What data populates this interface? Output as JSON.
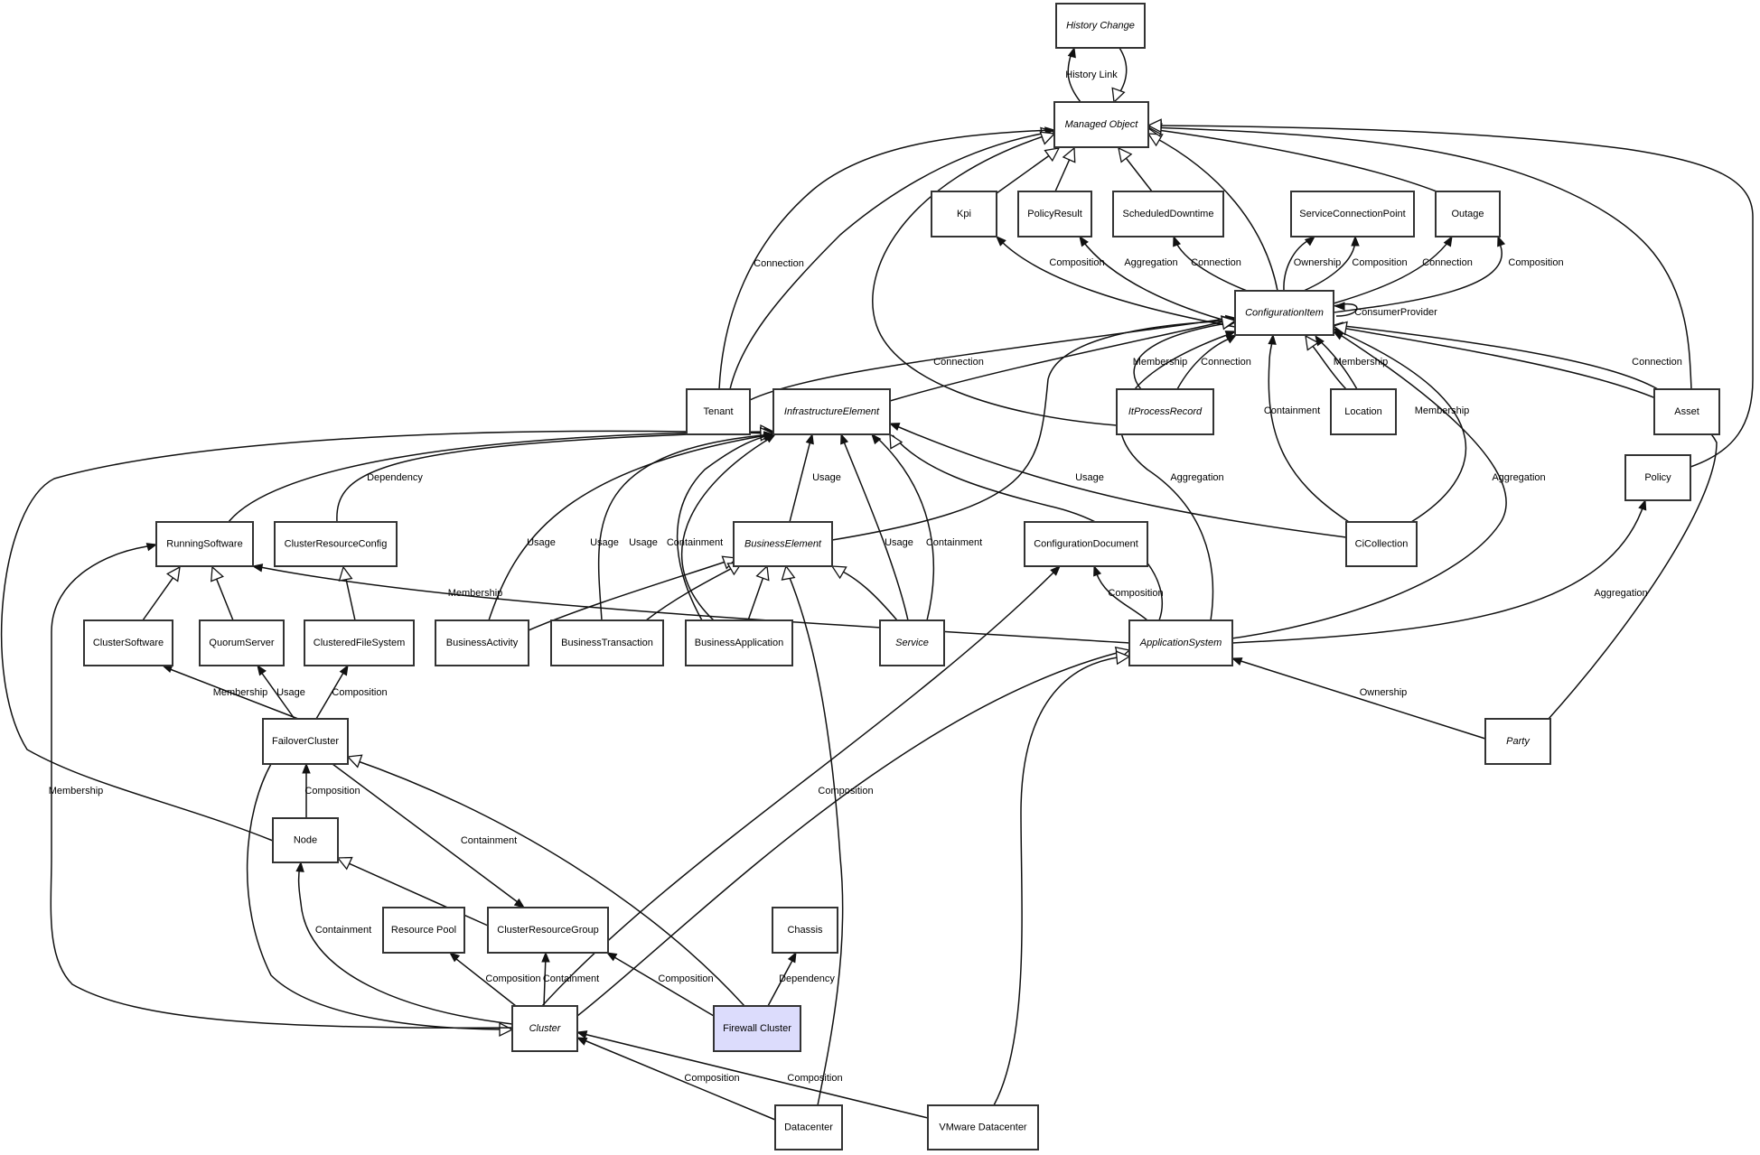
{
  "title": "CMDB Class Model",
  "colors": {
    "highlight_fill": "#dcdcfc",
    "node_border": "#333333",
    "edge": "#111111"
  },
  "nodes": [
    {
      "id": "history_change",
      "label": "History Change",
      "abstract": true
    },
    {
      "id": "managed_object",
      "label": "Managed Object",
      "abstract": true
    },
    {
      "id": "kpi",
      "label": "Kpi",
      "abstract": false
    },
    {
      "id": "policy_result",
      "label": "PolicyResult",
      "abstract": false
    },
    {
      "id": "scheduled_downtime",
      "label": "ScheduledDowntime",
      "abstract": false
    },
    {
      "id": "service_connection_point",
      "label": "ServiceConnectionPoint",
      "abstract": false
    },
    {
      "id": "outage",
      "label": "Outage",
      "abstract": false
    },
    {
      "id": "configuration_item",
      "label": "ConfigurationItem",
      "abstract": true
    },
    {
      "id": "tenant",
      "label": "Tenant",
      "abstract": false
    },
    {
      "id": "infrastructure_element",
      "label": "InfrastructureElement",
      "abstract": true
    },
    {
      "id": "it_process_record",
      "label": "ItProcessRecord",
      "abstract": true
    },
    {
      "id": "location",
      "label": "Location",
      "abstract": false
    },
    {
      "id": "asset",
      "label": "Asset",
      "abstract": false
    },
    {
      "id": "policy",
      "label": "Policy",
      "abstract": false
    },
    {
      "id": "running_software",
      "label": "RunningSoftware",
      "abstract": false
    },
    {
      "id": "cluster_resource_config",
      "label": "ClusterResourceConfig",
      "abstract": false
    },
    {
      "id": "business_element",
      "label": "BusinessElement",
      "abstract": true
    },
    {
      "id": "configuration_document",
      "label": "ConfigurationDocument",
      "abstract": false
    },
    {
      "id": "ci_collection",
      "label": "CiCollection",
      "abstract": false
    },
    {
      "id": "cluster_software",
      "label": "ClusterSoftware",
      "abstract": false
    },
    {
      "id": "quorum_server",
      "label": "QuorumServer",
      "abstract": false
    },
    {
      "id": "clustered_file_system",
      "label": "ClusteredFileSystem",
      "abstract": false
    },
    {
      "id": "business_activity",
      "label": "BusinessActivity",
      "abstract": false
    },
    {
      "id": "business_transaction",
      "label": "BusinessTransaction",
      "abstract": false
    },
    {
      "id": "business_application",
      "label": "BusinessApplication",
      "abstract": false
    },
    {
      "id": "service",
      "label": "Service",
      "abstract": true
    },
    {
      "id": "application_system",
      "label": "ApplicationSystem",
      "abstract": true
    },
    {
      "id": "failover_cluster",
      "label": "FailoverCluster",
      "abstract": false
    },
    {
      "id": "party",
      "label": "Party",
      "abstract": true
    },
    {
      "id": "node",
      "label": "Node",
      "abstract": false
    },
    {
      "id": "resource_pool",
      "label": "Resource Pool",
      "abstract": false
    },
    {
      "id": "cluster_resource_group",
      "label": "ClusterResourceGroup",
      "abstract": false
    },
    {
      "id": "chassis",
      "label": "Chassis",
      "abstract": false
    },
    {
      "id": "cluster",
      "label": "Cluster",
      "abstract": true
    },
    {
      "id": "firewall_cluster",
      "label": "Firewall Cluster",
      "abstract": false,
      "highlighted": true
    },
    {
      "id": "datacenter",
      "label": "Datacenter",
      "abstract": false
    },
    {
      "id": "vmware_datacenter",
      "label": "VMware Datacenter",
      "abstract": false
    }
  ],
  "edges": [
    {
      "from": "managed_object",
      "to": "history_change",
      "type": "association",
      "label": "History Link"
    },
    {
      "from": "history_change",
      "to": "managed_object",
      "type": "inheritance",
      "label": ""
    },
    {
      "from": "kpi",
      "to": "managed_object",
      "type": "inheritance",
      "label": ""
    },
    {
      "from": "policy_result",
      "to": "managed_object",
      "type": "inheritance",
      "label": ""
    },
    {
      "from": "scheduled_downtime",
      "to": "managed_object",
      "type": "inheritance",
      "label": ""
    },
    {
      "from": "configuration_item",
      "to": "managed_object",
      "type": "inheritance",
      "label": ""
    },
    {
      "from": "outage",
      "to": "managed_object",
      "type": "inheritance",
      "label": ""
    },
    {
      "from": "asset",
      "to": "managed_object",
      "type": "inheritance",
      "label": ""
    },
    {
      "from": "policy",
      "to": "managed_object",
      "type": "inheritance",
      "label": ""
    },
    {
      "from": "tenant",
      "to": "managed_object",
      "type": "inheritance",
      "label": ""
    },
    {
      "from": "tenant",
      "to": "managed_object",
      "type": "association",
      "label": "Connection"
    },
    {
      "from": "it_process_record",
      "to": "managed_object",
      "type": "inheritance",
      "label": ""
    },
    {
      "from": "configuration_item",
      "to": "kpi",
      "type": "association",
      "label": "Composition"
    },
    {
      "from": "configuration_item",
      "to": "policy_result",
      "type": "association",
      "label": "Aggregation"
    },
    {
      "from": "configuration_item",
      "to": "scheduled_downtime",
      "type": "association",
      "label": "Connection"
    },
    {
      "from": "configuration_item",
      "to": "service_connection_point",
      "type": "association",
      "label": "Ownership"
    },
    {
      "from": "configuration_item",
      "to": "service_connection_point",
      "type": "association",
      "label": "Composition"
    },
    {
      "from": "configuration_item",
      "to": "outage",
      "type": "association",
      "label": "Connection"
    },
    {
      "from": "configuration_item",
      "to": "outage",
      "type": "association",
      "label": "Composition"
    },
    {
      "from": "configuration_item",
      "to": "configuration_item",
      "type": "association",
      "label": "ConsumerProvider"
    },
    {
      "from": "tenant",
      "to": "configuration_item",
      "type": "association",
      "label": "Connection"
    },
    {
      "from": "infrastructure_element",
      "to": "configuration_item",
      "type": "inheritance",
      "label": ""
    },
    {
      "from": "it_process_record",
      "to": "configuration_item",
      "type": "association",
      "label": "Membership"
    },
    {
      "from": "it_process_record",
      "to": "configuration_item",
      "type": "association",
      "label": "Connection"
    },
    {
      "from": "location",
      "to": "configuration_item",
      "type": "inheritance",
      "label": ""
    },
    {
      "from": "location",
      "to": "configuration_item",
      "type": "association",
      "label": "Membership"
    },
    {
      "from": "ci_collection",
      "to": "configuration_item",
      "type": "association",
      "label": "Containment"
    },
    {
      "from": "ci_collection",
      "to": "configuration_item",
      "type": "association",
      "label": "Membership"
    },
    {
      "from": "asset",
      "to": "configuration_item",
      "type": "association",
      "label": "Connection"
    },
    {
      "from": "application_system",
      "to": "configuration_item",
      "type": "association",
      "label": "Aggregation"
    },
    {
      "from": "application_system",
      "to": "configuration_item",
      "type": "association",
      "label": "Aggregation"
    },
    {
      "from": "business_element",
      "to": "configuration_item",
      "type": "inheritance",
      "label": ""
    },
    {
      "from": "party",
      "to": "configuration_item",
      "type": "inheritance",
      "label": ""
    },
    {
      "from": "running_software",
      "to": "infrastructure_element",
      "type": "inheritance",
      "label": ""
    },
    {
      "from": "cluster_resource_config",
      "to": "infrastructure_element",
      "type": "association",
      "label": "Dependency"
    },
    {
      "from": "node",
      "to": "infrastructure_element",
      "type": "inheritance",
      "label": ""
    },
    {
      "from": "business_activity",
      "to": "infrastructure_element",
      "type": "association",
      "label": "Usage"
    },
    {
      "from": "business_transaction",
      "to": "infrastructure_element",
      "type": "association",
      "label": "Usage"
    },
    {
      "from": "business_application",
      "to": "infrastructure_element",
      "type": "association",
      "label": "Usage"
    },
    {
      "from": "business_application",
      "to": "infrastructure_element",
      "type": "association",
      "label": "Containment"
    },
    {
      "from": "business_element",
      "to": "infrastructure_element",
      "type": "association",
      "label": "Usage"
    },
    {
      "from": "service",
      "to": "infrastructure_element",
      "type": "association",
      "label": "Usage"
    },
    {
      "from": "service",
      "to": "infrastructure_element",
      "type": "association",
      "label": "Containment"
    },
    {
      "from": "ci_collection",
      "to": "infrastructure_element",
      "type": "association",
      "label": "Usage"
    },
    {
      "from": "application_system",
      "to": "infrastructure_element",
      "type": "inheritance",
      "label": ""
    },
    {
      "from": "application_system",
      "to": "running_software",
      "type": "association",
      "label": "Membership"
    },
    {
      "from": "cluster_software",
      "to": "running_software",
      "type": "inheritance",
      "label": ""
    },
    {
      "from": "quorum_server",
      "to": "running_software",
      "type": "inheritance",
      "label": ""
    },
    {
      "from": "clustered_file_system",
      "to": "cluster_resource_config",
      "type": "inheritance",
      "label": ""
    },
    {
      "from": "business_activity",
      "to": "business_element",
      "type": "inheritance",
      "label": ""
    },
    {
      "from": "business_transaction",
      "to": "business_element",
      "type": "inheritance",
      "label": ""
    },
    {
      "from": "business_application",
      "to": "business_element",
      "type": "inheritance",
      "label": ""
    },
    {
      "from": "service",
      "to": "business_element",
      "type": "inheritance",
      "label": ""
    },
    {
      "from": "datacenter",
      "to": "business_element",
      "type": "inheritance",
      "label": ""
    },
    {
      "from": "application_system",
      "to": "configuration_document",
      "type": "association",
      "label": "Composition"
    },
    {
      "from": "cluster",
      "to": "configuration_document",
      "type": "association",
      "label": "Composition"
    },
    {
      "from": "application_system",
      "to": "policy",
      "type": "association",
      "label": "Aggregation"
    },
    {
      "from": "party",
      "to": "application_system",
      "type": "association",
      "label": "Ownership"
    },
    {
      "from": "cluster",
      "to": "application_system",
      "type": "inheritance",
      "label": ""
    },
    {
      "from": "vmware_datacenter",
      "to": "application_system",
      "type": "inheritance",
      "label": ""
    },
    {
      "from": "failover_cluster",
      "to": "cluster_software",
      "type": "association",
      "label": "Membership"
    },
    {
      "from": "failover_cluster",
      "to": "quorum_server",
      "type": "association",
      "label": "Usage"
    },
    {
      "from": "failover_cluster",
      "to": "clustered_file_system",
      "type": "association",
      "label": "Composition"
    },
    {
      "from": "node",
      "to": "failover_cluster",
      "type": "association",
      "label": "Composition"
    },
    {
      "from": "failover_cluster",
      "to": "cluster_resource_group",
      "type": "association",
      "label": "Containment"
    },
    {
      "from": "firewall_cluster",
      "to": "failover_cluster",
      "type": "inheritance",
      "label": ""
    },
    {
      "from": "failover_cluster",
      "to": "cluster",
      "type": "inheritance",
      "label": ""
    },
    {
      "from": "cluster_resource_group",
      "to": "node",
      "type": "inheritance",
      "label": ""
    },
    {
      "from": "cluster",
      "to": "node",
      "type": "association",
      "label": "Containment"
    },
    {
      "from": "cluster",
      "to": "running_software",
      "type": "association",
      "label": "Membership"
    },
    {
      "from": "cluster",
      "to": "resource_pool",
      "type": "association",
      "label": "Composition"
    },
    {
      "from": "cluster",
      "to": "cluster_resource_group",
      "type": "association",
      "label": "Containment"
    },
    {
      "from": "firewall_cluster",
      "to": "cluster_resource_group",
      "type": "association",
      "label": "Composition"
    },
    {
      "from": "firewall_cluster",
      "to": "chassis",
      "type": "association",
      "label": "Dependency"
    },
    {
      "from": "datacenter",
      "to": "cluster",
      "type": "association",
      "label": "Composition"
    },
    {
      "from": "vmware_datacenter",
      "to": "cluster",
      "type": "association",
      "label": "Composition"
    }
  ]
}
